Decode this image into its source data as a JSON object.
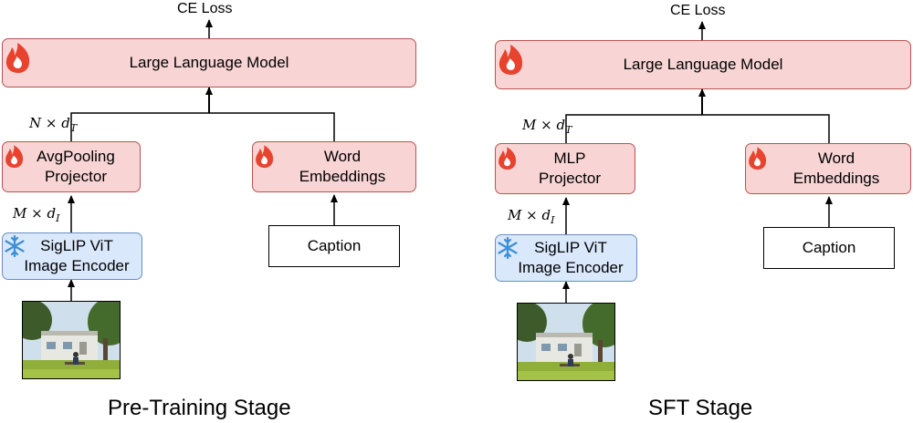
{
  "stages": [
    {
      "title": "Pre-Training Stage",
      "loss": "CE Loss",
      "llm": "Large Language Model",
      "projector": "AvgPooling\nProjector",
      "word_embeddings": "Word\nEmbeddings",
      "caption": "Caption",
      "encoder": "SigLIP ViT\nImage Encoder",
      "proj_dim": "N × dT",
      "enc_dim": "M × dI"
    },
    {
      "title": "SFT Stage",
      "loss": "CE Loss",
      "llm": "Large Language Model",
      "projector": "MLP\nProjector",
      "word_embeddings": "Word\nEmbeddings",
      "caption": "Caption",
      "encoder": "SigLIP ViT\nImage Encoder",
      "proj_dim": "M × dT",
      "enc_dim": "M × dI"
    }
  ],
  "icons": {
    "trainable": "fire-icon",
    "frozen": "snowflake-icon"
  },
  "colors": {
    "trainable_fill": "#f8d4d4",
    "trainable_border": "#b85450",
    "frozen_fill": "#dae8fc",
    "frozen_border": "#6c8ebf",
    "fire": "#e8432e"
  }
}
